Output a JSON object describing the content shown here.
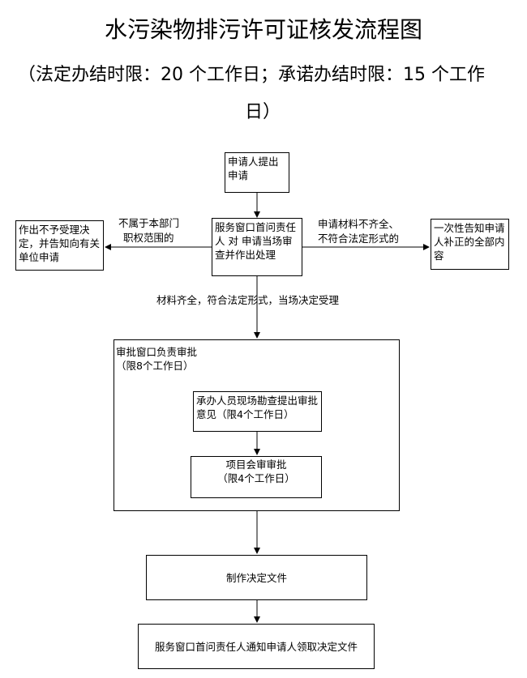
{
  "header": {
    "title": "水污染物排污许可证核发流程图",
    "subtitle_line1": "（法定办结时限：20 个工作日；承诺办结时限：15 个工作",
    "subtitle_line2": "日）"
  },
  "nodes": {
    "apply": "申请人提出申请",
    "window_review": "服务窗口首问责任人 对 申请当场审查并作出处理",
    "reject": "作出不予受理决定，并告知向有关单位申请",
    "supplement": "一次性告知申请人补正的全部内容",
    "approval_group_title": "审批窗口负责审批",
    "approval_group_limit": "（限8个工作日）",
    "site_inspection": "承办人员现场勘查提出审批意见（限4个工作日）",
    "project_review_line1": "项目会审审批",
    "project_review_line2": "（限4个工作日）",
    "make_decision": "制作决定文件",
    "notify": "服务窗口首问责任人通知申请人领取决定文件"
  },
  "edge_labels": {
    "not_in_scope_line1": "不属于本部门",
    "not_in_scope_line2": "职权范围的",
    "incomplete_line1": "申请材料不齐全、",
    "incomplete_line2": "不符合法定形式的",
    "complete": "材料齐全，符合法定形式，当场决定受理"
  }
}
